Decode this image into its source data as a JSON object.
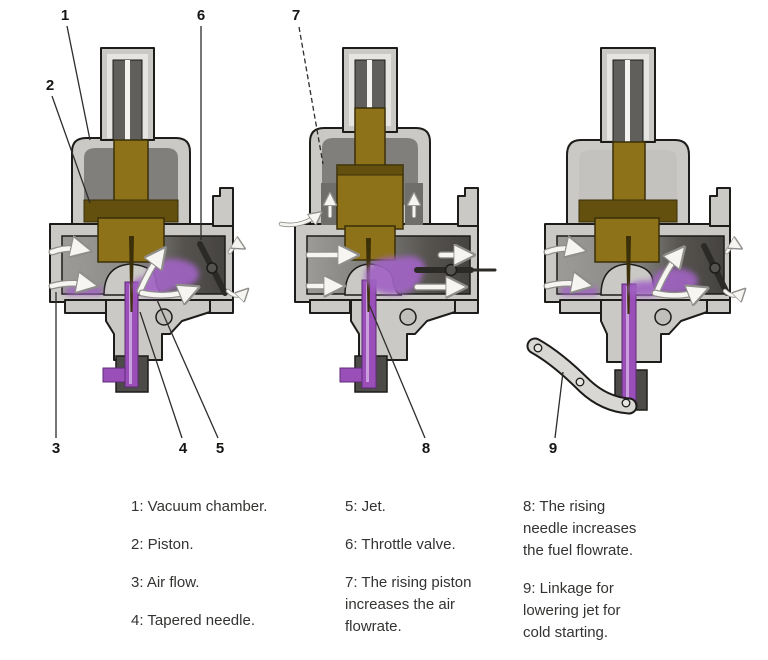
{
  "figure": {
    "background": "#ffffff",
    "callouts": {
      "n1": "1",
      "n2": "2",
      "n3": "3",
      "n4": "4",
      "n5": "5",
      "n6": "6",
      "n7": "7",
      "n8": "8",
      "n9": "9"
    },
    "legend": {
      "col1": [
        "1: Vacuum chamber.",
        "2: Piston.",
        "3: Air flow.",
        "4: Tapered needle."
      ],
      "col2": [
        "5: Jet.",
        "6: Throttle valve.",
        "7: The rising piston increases the air flowrate."
      ],
      "col3": [
        "8: The rising needle increases the fuel flowrate.",
        "9: Linkage for lowering jet for cold starting."
      ]
    },
    "colors": {
      "carburetor_body": "#cac9c5",
      "piston_brass": "#8d7219",
      "fuel_purple": "#9a4fb8",
      "passage_gray": "#55524e",
      "outline": "#1d1c1a",
      "legend_text": "#343331"
    }
  }
}
